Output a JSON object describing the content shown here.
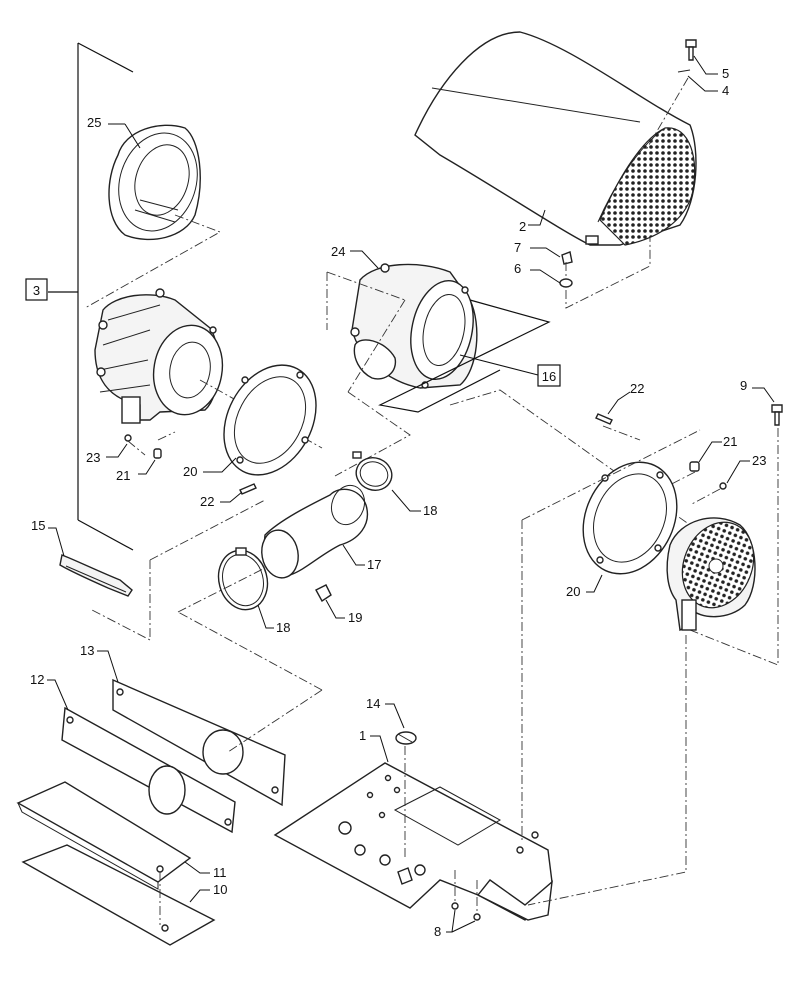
{
  "callouts": {
    "c1": "1",
    "c2": "2",
    "c3": "3",
    "c4": "4",
    "c5": "5",
    "c6": "6",
    "c7": "7",
    "c8": "8",
    "c9": "9",
    "c10": "10",
    "c11": "11",
    "c12": "12",
    "c13": "13",
    "c14": "14",
    "c15": "15",
    "c16": "16",
    "c17": "17",
    "c18a": "18",
    "c18b": "18",
    "c19": "19",
    "c20a": "20",
    "c20b": "20",
    "c21a": "21",
    "c21b": "21",
    "c22a": "22",
    "c22b": "22",
    "c23a": "23",
    "c23b": "23",
    "c24": "24",
    "c25": "25"
  }
}
